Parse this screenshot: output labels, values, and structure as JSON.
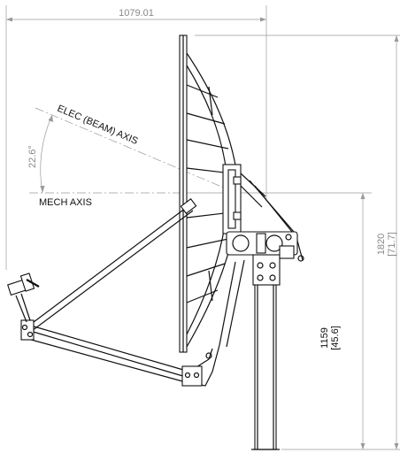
{
  "dimensions": {
    "overall_width": "1079.01",
    "height_total_mm": "1820",
    "height_total_in": "[71.7]",
    "axis_height_mm": "1159",
    "axis_height_in": "[45.6]",
    "elevation_angle": "22.6°"
  },
  "labels": {
    "elec_axis": "ELEC (BEAM) AXIS",
    "mech_axis": "MECH AXIS"
  },
  "colors": {
    "line": "#111111",
    "dimension": "#888888"
  }
}
